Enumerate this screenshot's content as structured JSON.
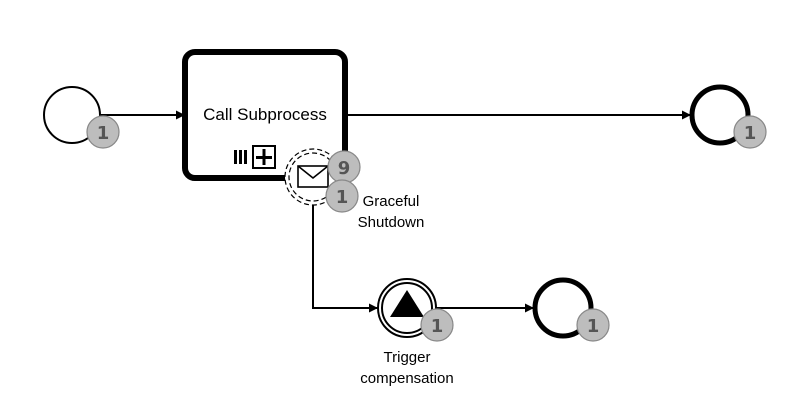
{
  "diagram": {
    "task_label": "Call Subprocess",
    "boundary_event_label": [
      "Graceful",
      "Shutdown"
    ],
    "compensation_event_label": [
      "Trigger",
      "compensation"
    ],
    "badges": {
      "start_event": "1",
      "end_event_top": "1",
      "boundary_event_total": "9",
      "boundary_event_active": "1",
      "compensation_event": "1",
      "end_event_bottom": "1"
    },
    "icons": {
      "multi_instance": "parallel-multi-instance-icon",
      "collapsed_subprocess": "collapsed-subprocess-plus-icon",
      "boundary_trigger": "message-envelope-icon",
      "compensation_trigger": "filled-triangle-icon"
    },
    "colors": {
      "stroke": "#000000",
      "badge_fill": "#bdbdbd",
      "badge_stroke": "#888888",
      "badge_text": "#555555"
    }
  }
}
